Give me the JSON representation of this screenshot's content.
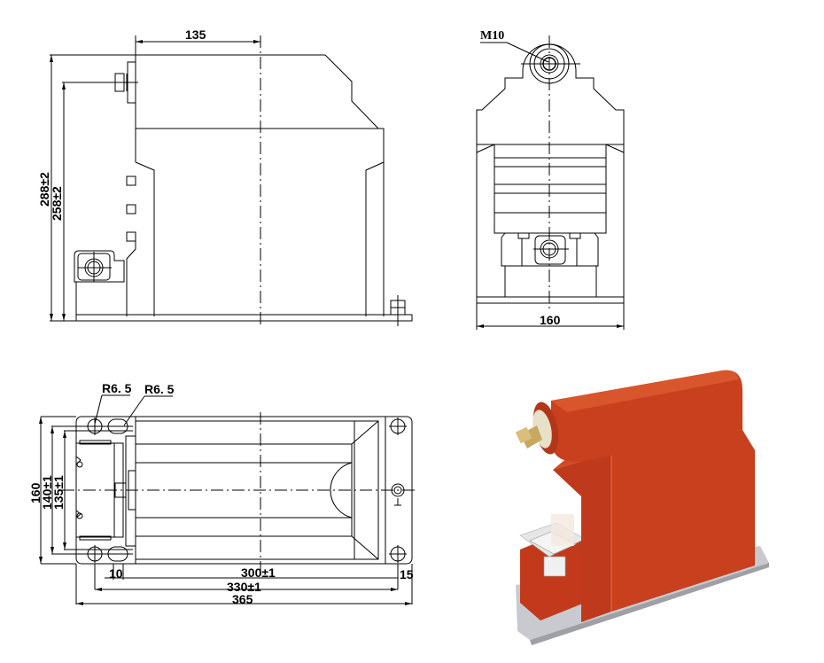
{
  "drawing": {
    "views": [
      {
        "name": "side-view",
        "dimensions": {
          "width_top": "135",
          "height_total": "288±2",
          "height_terminal": "258±2"
        }
      },
      {
        "name": "front-view",
        "dimensions": {
          "thread": "M10",
          "width": "160"
        }
      },
      {
        "name": "top-view",
        "dimensions": {
          "radius_1": "R6. 5",
          "radius_2": "R6. 5",
          "height_total": "160",
          "height_a": "140±1",
          "height_b": "135±1",
          "offset_left": "10",
          "span_inner": "300±1",
          "span_holes": "330±1",
          "offset_right": "15",
          "length_total": "365"
        }
      },
      {
        "name": "product-photo",
        "description": "Red epoxy-cast voltage transformer on aluminum base plate",
        "colors": {
          "body": "#c8401e",
          "base": "#c8c8cc"
        }
      }
    ]
  }
}
